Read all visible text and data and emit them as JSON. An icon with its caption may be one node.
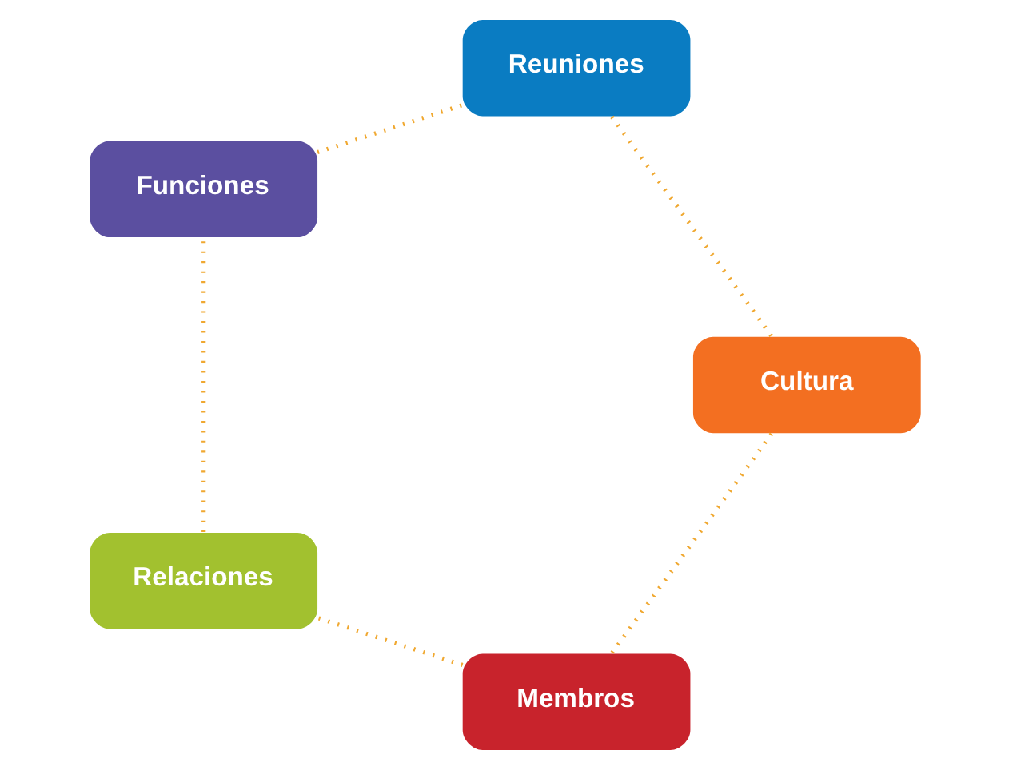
{
  "diagram": {
    "nodes": [
      {
        "text": [
          "Membros"
        ]
      },
      {
        "text": [
          "Relaciones"
        ]
      },
      {
        "text": [
          "Funciones"
        ]
      },
      {
        "text": [
          "Reuniones"
        ]
      },
      {
        "text": [
          "Cultura"
        ]
      }
    ],
    "edges": [
      {
        "from": 0,
        "to": 1,
        "arrow": "none",
        "style": "dashed"
      },
      {
        "from": 1,
        "to": 2,
        "arrow": "none",
        "style": "dashed"
      },
      {
        "from": 2,
        "to": 3,
        "arrow": "none",
        "style": "dashed"
      },
      {
        "from": 3,
        "to": 4,
        "arrow": "none",
        "style": "dashed"
      },
      {
        "from": 4,
        "to": 0,
        "arrow": "none",
        "style": "dashed"
      }
    ]
  }
}
